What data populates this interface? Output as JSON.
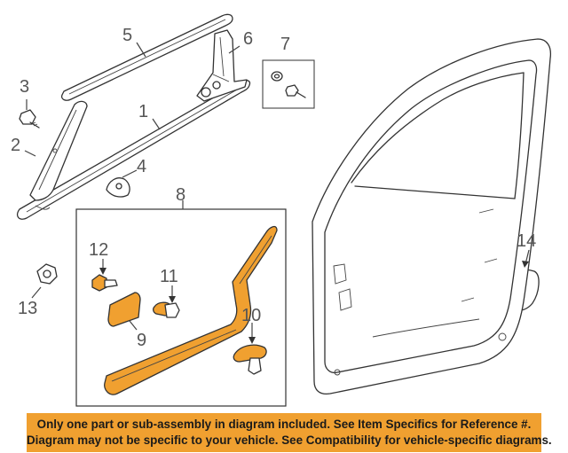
{
  "callouts": {
    "c1": "1",
    "c2": "2",
    "c3": "3",
    "c4": "4",
    "c5": "5",
    "c6": "6",
    "c7": "7",
    "c8": "8",
    "c9": "9",
    "c10": "10",
    "c11": "11",
    "c12": "12",
    "c13": "13",
    "c14": "14"
  },
  "notice": {
    "line1": "Only one part or sub-assembly in diagram included. See Item Specifics for Reference #.",
    "line2": "Diagram may not be specific to your vehicle. See Compatibility for vehicle-specific diagrams."
  },
  "colors": {
    "highlight": "#f0a030",
    "banner_background": "#f0a030",
    "line_art": "#333333",
    "callout_text": "#555555"
  }
}
